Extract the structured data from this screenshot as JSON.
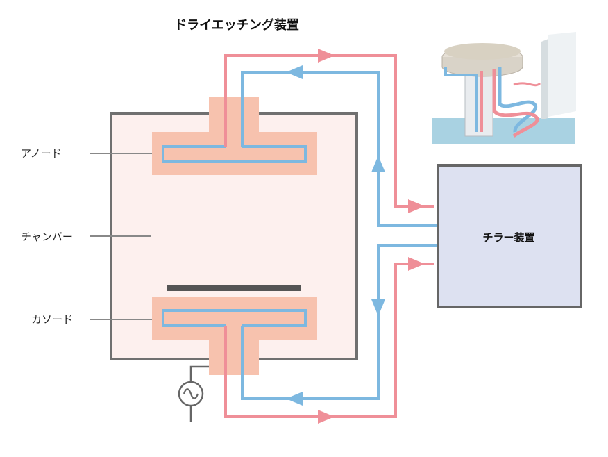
{
  "title": "ドライエッチング装置",
  "labels": {
    "anode": "アノード",
    "chamber": "チャンバー",
    "cathode": "カソード"
  },
  "chiller": {
    "label": "チラー装置"
  },
  "colors": {
    "hot_line": "#ef8f98",
    "cold_line": "#7db8e0",
    "electrode_fill": "#f7c2ae",
    "chamber_fill": "#fdf0ee",
    "chamber_border": "#707070",
    "chiller_fill": "#dde1f1",
    "chiller_border": "#666666"
  },
  "icons": {
    "ac_source": "ac-power-source-icon",
    "chuck_illustration": "chiller-chuck-illustration"
  }
}
